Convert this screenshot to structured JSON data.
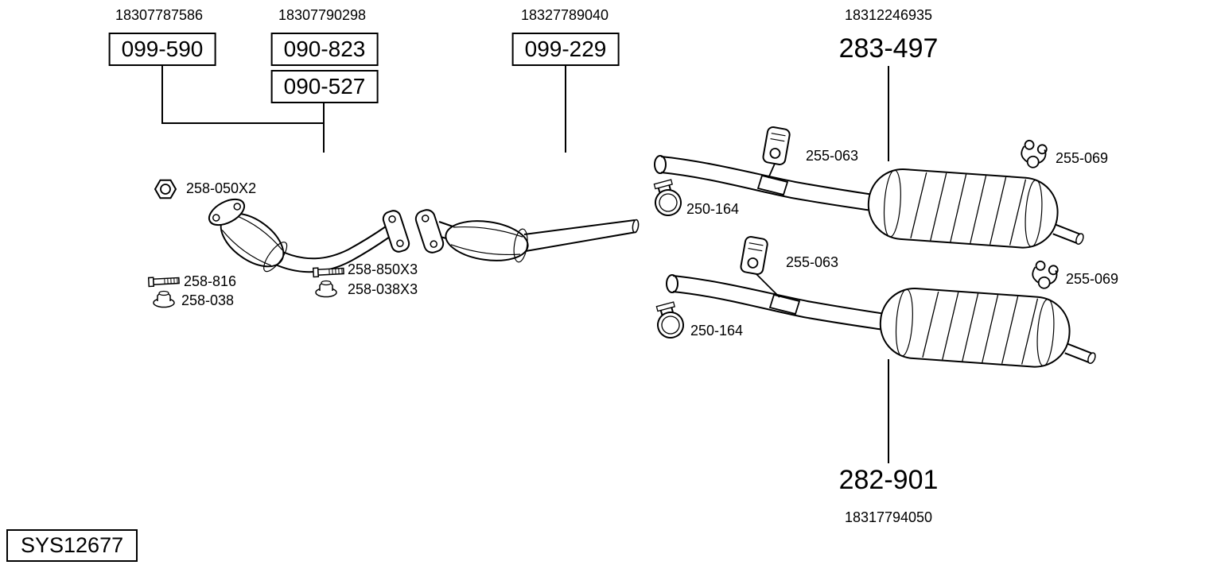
{
  "header": {
    "groups": [
      {
        "part_number": "18307787586",
        "codes": [
          "099-590"
        ]
      },
      {
        "part_number": "18307790298",
        "codes": [
          "090-823",
          "090-527"
        ]
      },
      {
        "part_number": "18327789040",
        "codes": [
          "099-229"
        ]
      },
      {
        "part_number": "18312246935",
        "codes": [
          "283-497"
        ]
      }
    ]
  },
  "footer": {
    "code": "282-901",
    "part_number": "18317794050",
    "system_id": "SYS12677"
  },
  "callouts": {
    "front_nut": "258-050X2",
    "front_bolt": "258-816",
    "front_flange_nut": "258-038",
    "mid_bolt": "258-850X3",
    "mid_flange_nut": "258-038X3",
    "upper_hanger": "255-063",
    "upper_clamp": "250-164",
    "upper_rear_hanger": "255-069",
    "lower_hanger": "255-063",
    "lower_clamp": "250-164",
    "lower_rear_hanger": "255-069"
  },
  "icons": {
    "hex_nut": "hex-nut-icon",
    "bolt": "bolt-icon",
    "flange_nut": "flange-nut-icon",
    "hanger_bracket": "hanger-bracket-icon",
    "rubber_hanger": "rubber-hanger-icon",
    "pipe_clamp": "pipe-clamp-icon"
  },
  "colors": {
    "line": "#000000",
    "background": "#ffffff"
  }
}
